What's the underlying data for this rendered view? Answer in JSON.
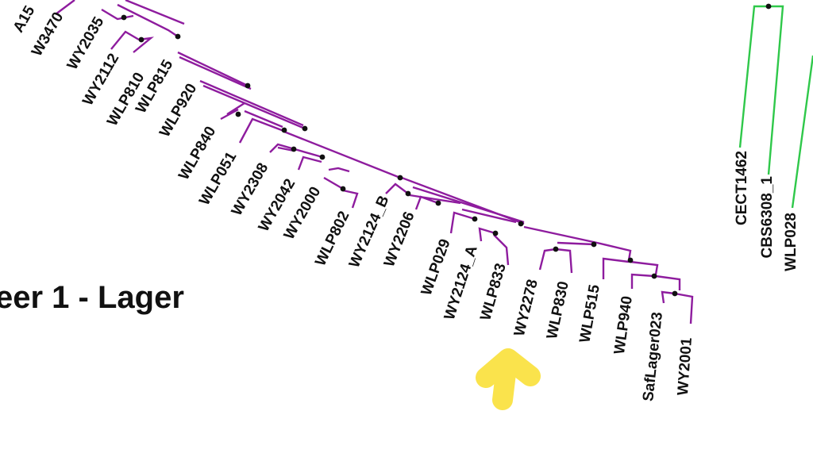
{
  "section_title": "eer 1 - Lager",
  "colors": {
    "lager_clade": "#8e1c9e",
    "other_clade": "#2fc84a",
    "arrow": "#fae34c",
    "label": "#111111",
    "background": "#ffffff"
  },
  "lager_leaves": [
    "A15",
    "W3470",
    "WY2035",
    "WY2112",
    "WLP810",
    "WLP815",
    "WLP920",
    "WLP840",
    "WLP051",
    "WY2308",
    "WY2042",
    "WY2000",
    "WLP802",
    "WY2124_B",
    "WY2206",
    "WLP029",
    "WY2124_A",
    "WLP833",
    "WY2278",
    "WLP830",
    "WLP515",
    "WLP940",
    "SafLager023",
    "WY2001"
  ],
  "other_leaves": [
    "CECT1462",
    "CBS6308_1",
    "WLP028"
  ],
  "highlight": {
    "leaf": "WY2278",
    "marker": "arrow-up"
  }
}
